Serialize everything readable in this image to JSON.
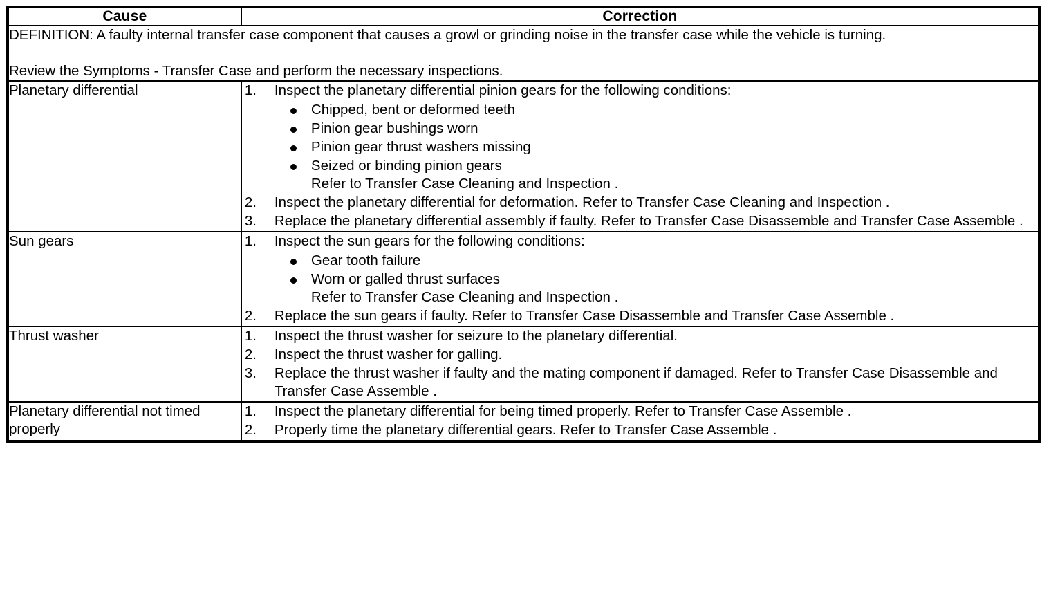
{
  "table": {
    "columns": [
      {
        "key": "cause",
        "header": "Cause"
      },
      {
        "key": "correction",
        "header": "Correction"
      }
    ],
    "definition": {
      "line1": "DEFINITION: A faulty internal transfer case component that causes a growl or grinding noise in the transfer case while the vehicle is turning.",
      "line2": "Review the Symptoms - Transfer Case and perform the necessary inspections."
    },
    "rows": [
      {
        "cause": "Planetary differential",
        "steps": [
          {
            "number": "1.",
            "text": "Inspect the planetary differential pinion gears for the following conditions:",
            "bullets": [
              "Chipped, bent or deformed teeth",
              "Pinion gear bushings worn",
              "Pinion gear thrust washers missing",
              "Seized or binding pinion gears"
            ],
            "bullet_note": "Refer to Transfer Case Cleaning and Inspection ."
          },
          {
            "number": "2.",
            "text": "Inspect the planetary differential for deformation. Refer to Transfer Case Cleaning and Inspection ."
          },
          {
            "number": "3.",
            "text": "Replace the planetary differential assembly if faulty. Refer to Transfer Case Disassemble and Transfer Case Assemble ."
          }
        ]
      },
      {
        "cause": "Sun gears",
        "steps": [
          {
            "number": "1.",
            "text": "Inspect the sun gears for the following conditions:",
            "bullets": [
              "Gear tooth failure",
              "Worn or galled thrust surfaces"
            ],
            "bullet_note": "Refer to Transfer Case Cleaning and Inspection ."
          },
          {
            "number": "2.",
            "text": "Replace the sun gears if faulty. Refer to Transfer Case Disassemble and Transfer Case Assemble ."
          }
        ]
      },
      {
        "cause": "Thrust washer",
        "steps": [
          {
            "number": "1.",
            "text": "Inspect the thrust washer for seizure to the planetary differential."
          },
          {
            "number": "2.",
            "text": "Inspect the thrust washer for galling."
          },
          {
            "number": "3.",
            "text": "Replace the thrust washer if faulty and the mating component if damaged. Refer to Transfer Case Disassemble and Transfer Case Assemble ."
          }
        ]
      },
      {
        "cause": "Planetary differential not timed properly",
        "steps": [
          {
            "number": "1.",
            "text": "Inspect the planetary differential for being timed properly. Refer to Transfer Case Assemble ."
          },
          {
            "number": "2.",
            "text": "Properly time the planetary differential gears. Refer to Transfer Case Assemble ."
          }
        ]
      }
    ]
  }
}
